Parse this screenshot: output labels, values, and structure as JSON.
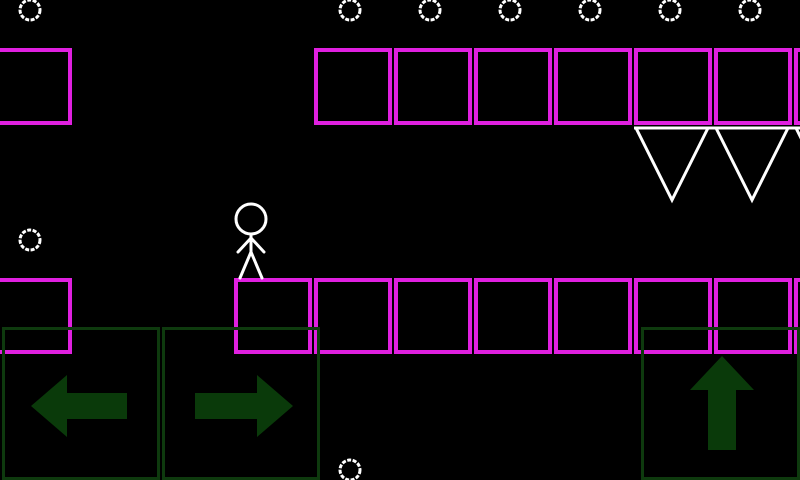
{
  "colors": {
    "background": "#000000",
    "block": "#e020e0",
    "spike": "#ffffff",
    "coin": "#ffffff",
    "player": "#ffffff",
    "control_border": "#0e3a0e",
    "control_arrow": "#0a3a0a"
  },
  "player": {
    "icon": "stick-figure-icon"
  },
  "controls": [
    {
      "name": "move-left-button",
      "icon": "arrow-left-icon"
    },
    {
      "name": "move-right-button",
      "icon": "arrow-right-icon"
    },
    {
      "name": "jump-button",
      "icon": "arrow-up-icon"
    }
  ],
  "hud": {}
}
